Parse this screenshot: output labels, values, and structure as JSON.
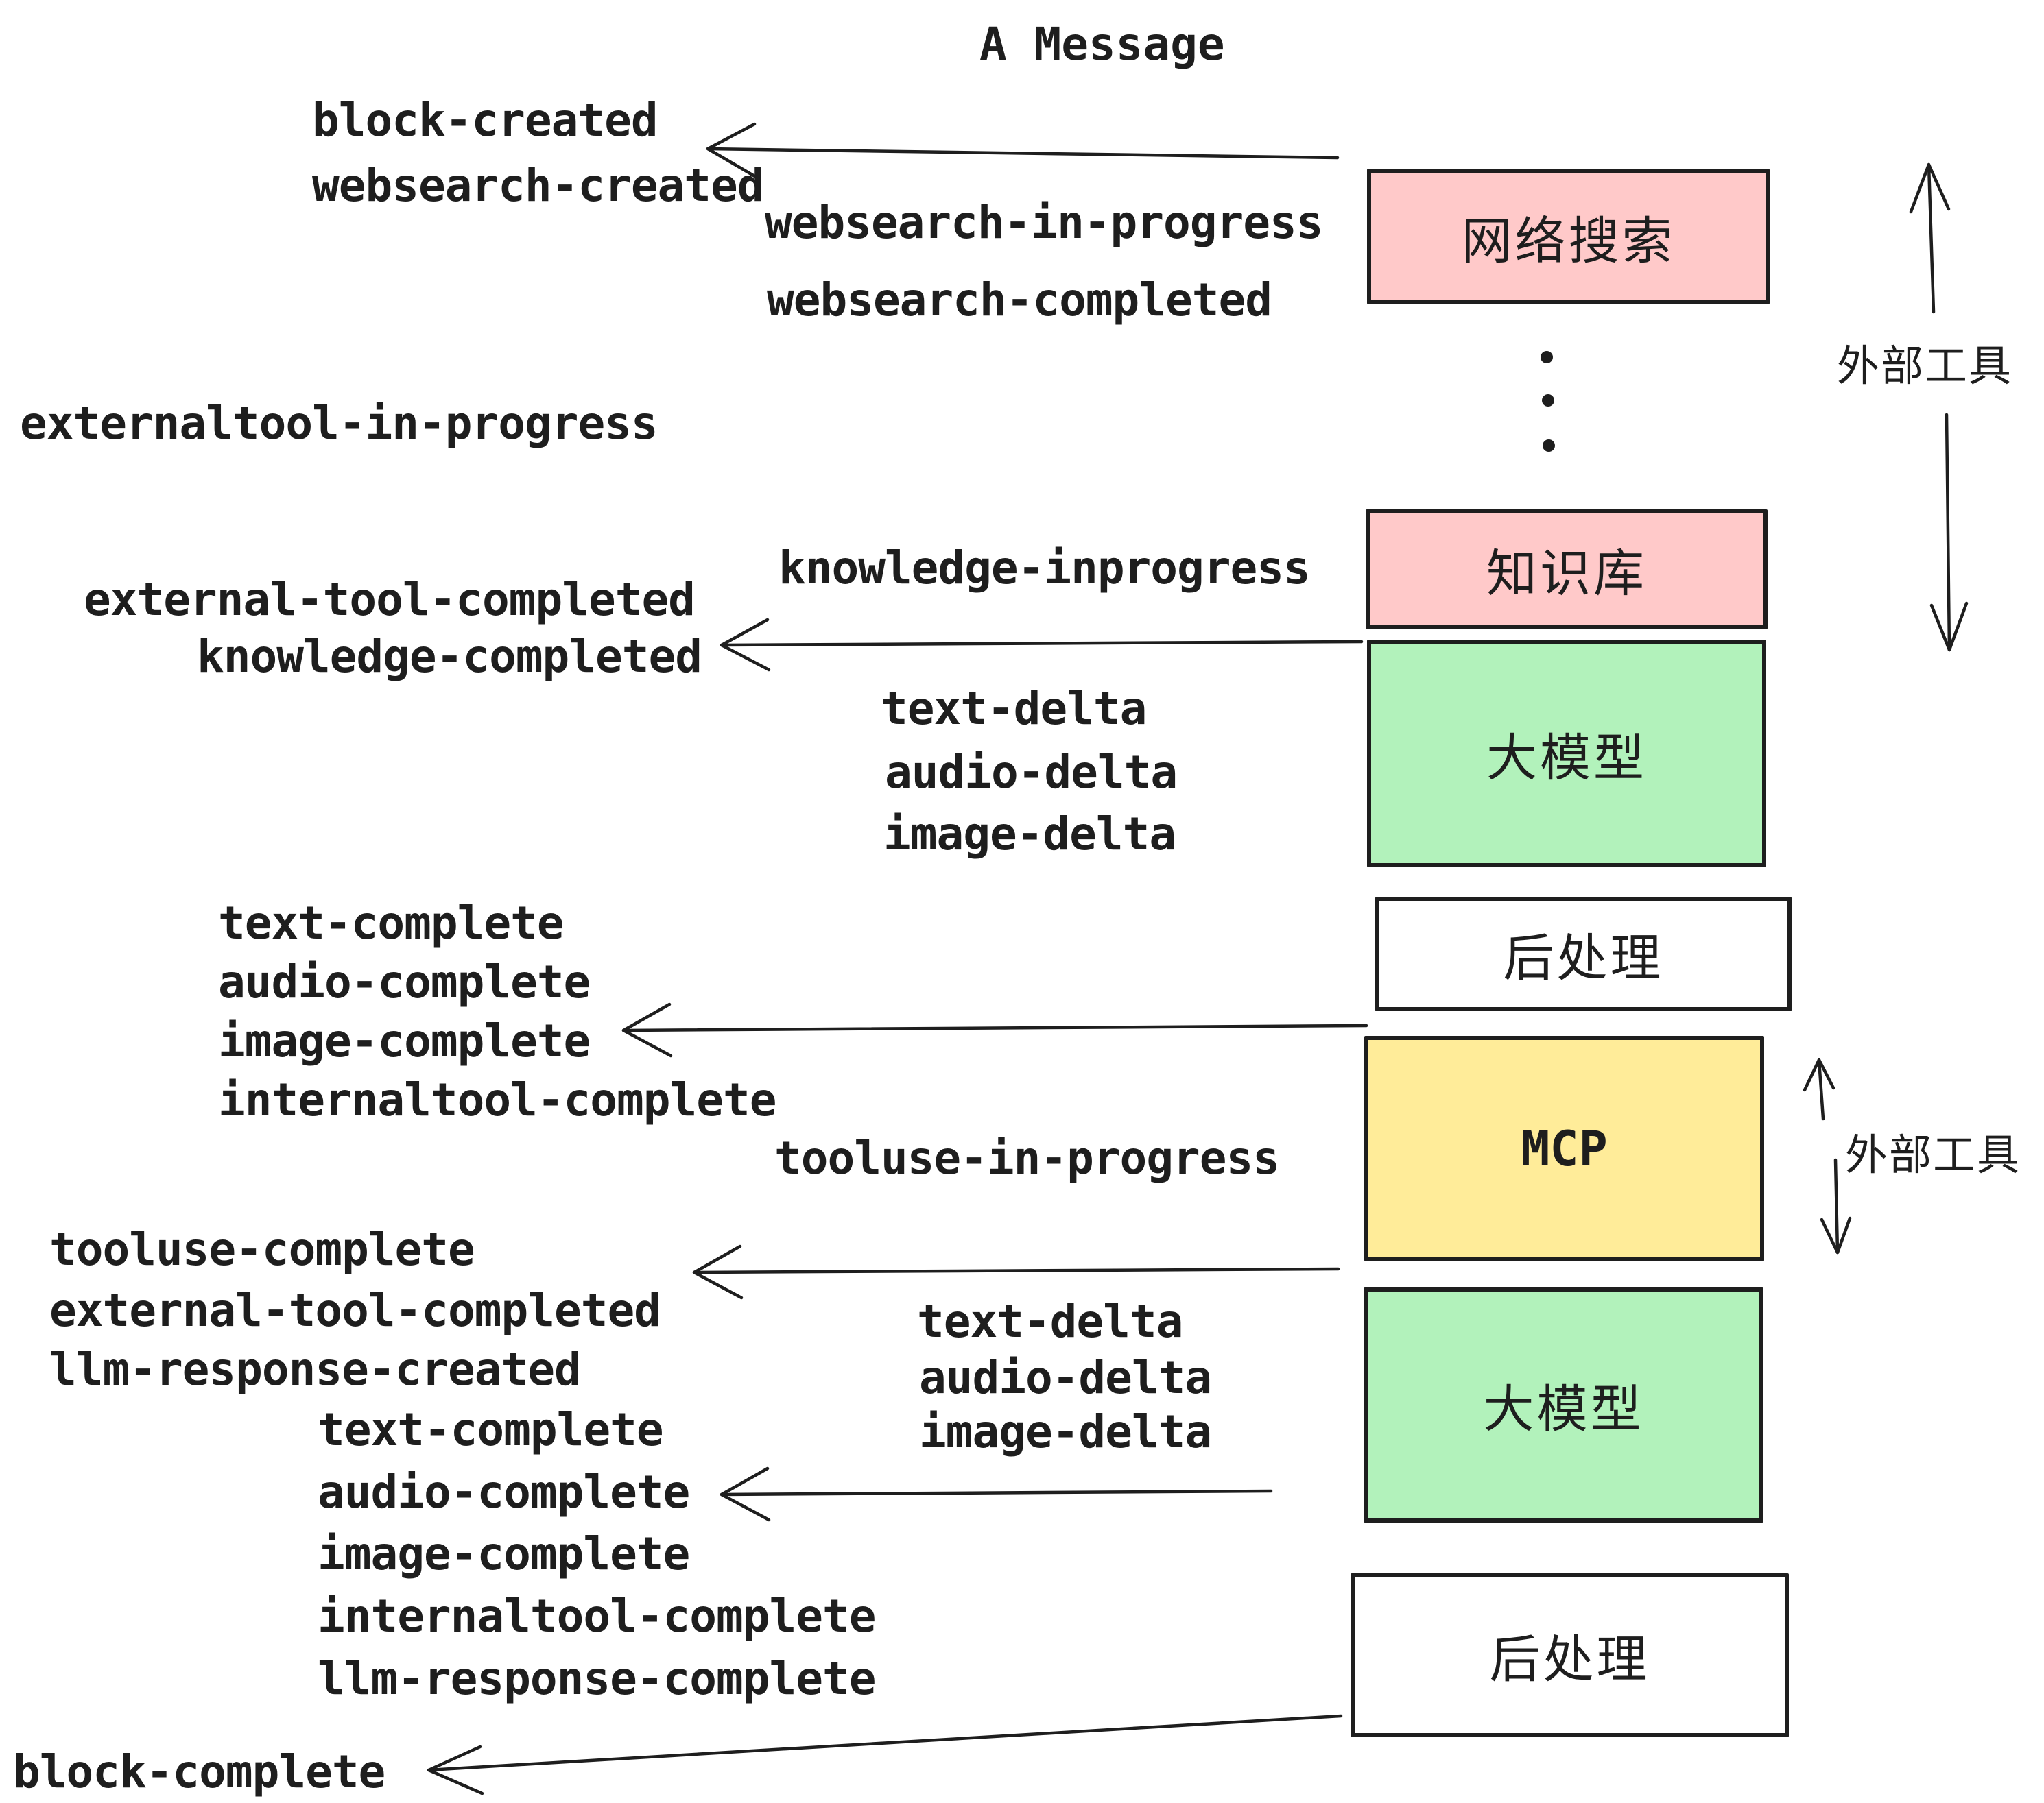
{
  "title": "A Message",
  "colors": {
    "node_pink": "#ffc9c9",
    "node_green": "#b2f2bb",
    "node_yellow": "#ffec99",
    "node_white": "#ffffff",
    "ink": "#1e1e1e"
  },
  "nodes": {
    "websearch": "网络搜索",
    "knowledge": "知识库",
    "llm1": "大模型",
    "post1": "后处理",
    "mcp": "MCP",
    "llm2": "大模型",
    "post2": "后处理"
  },
  "side_labels": {
    "external_tools_top": "外部工具",
    "external_tools_mcp": "外部工具"
  },
  "events": {
    "block_created": "block-created",
    "websearch_created": "websearch-created",
    "websearch_in_progress": "websearch-in-progress",
    "websearch_completed": "websearch-completed",
    "externaltool_in_progress": "externaltool-in-progress",
    "knowledge_inprogress": "knowledge-inprogress",
    "external_tool_completed": "external-tool-completed",
    "knowledge_completed": "knowledge-completed",
    "text_delta_1": "text-delta",
    "audio_delta_1": "audio-delta",
    "image_delta_1": "image-delta",
    "text_complete_1": "text-complete",
    "audio_complete_1": "audio-complete",
    "image_complete_1": "image-complete",
    "internaltool_complete_1": "internaltool-complete",
    "tooluse_in_progress": "tooluse-in-progress",
    "tooluse_complete": "tooluse-complete",
    "external_tool_completed_2": "external-tool-completed",
    "llm_response_created": "llm-response-created",
    "text_complete_2": "text-complete",
    "audio_complete_2": "audio-complete",
    "image_complete_2": "image-complete",
    "internaltool_complete_2": "internaltool-complete",
    "llm_response_complete": "llm-response-complete",
    "block_complete": "block-complete",
    "text_delta_2": "text-delta",
    "audio_delta_2": "audio-delta",
    "image_delta_2": "image-delta"
  }
}
